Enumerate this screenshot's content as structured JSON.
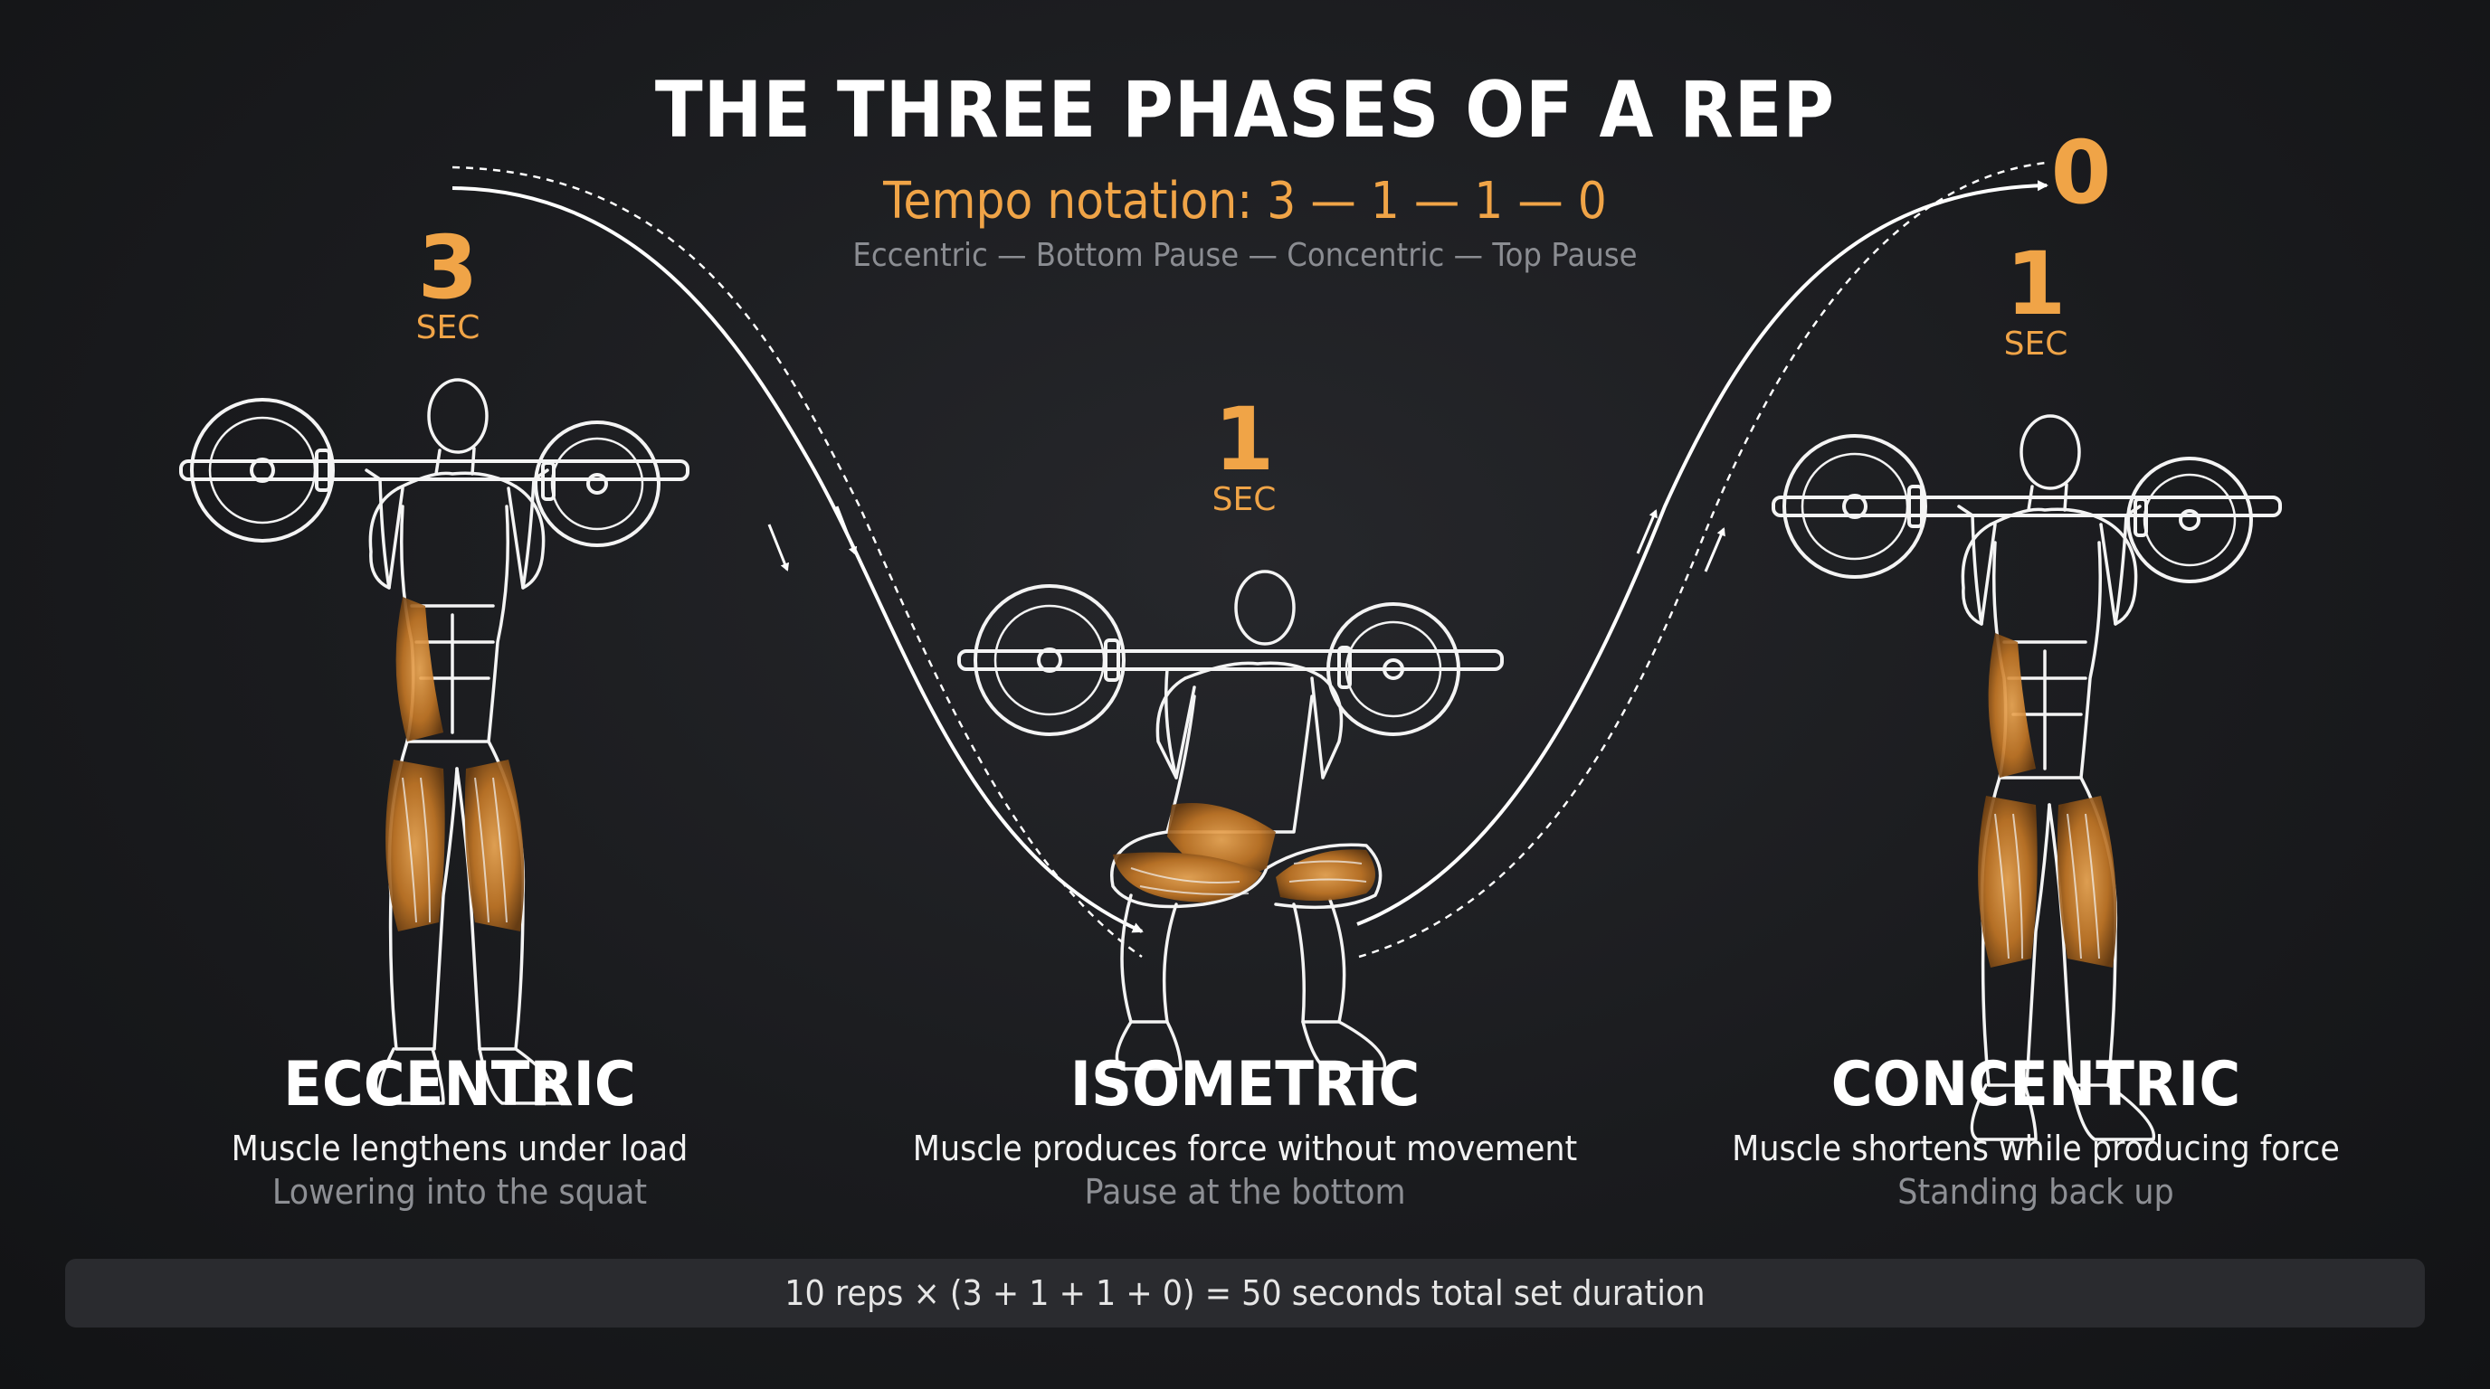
{
  "title": "THE THREE PHASES OF A REP",
  "tempo_notation": "Tempo notation: 3 — 1 — 1 — 0",
  "tempo_legend": "Eccentric — Bottom Pause — Concentric — Top Pause",
  "phases": [
    {
      "name": "ECCENTRIC",
      "seconds": "3",
      "unit": "SEC",
      "description": "Muscle lengthens under load",
      "detail": "Lowering into the squat"
    },
    {
      "name": "ISOMETRIC",
      "seconds": "1",
      "unit": "SEC",
      "description": "Muscle produces force without movement",
      "detail": "Pause at the bottom"
    },
    {
      "name": "CONCENTRIC",
      "seconds": "1",
      "unit": "SEC",
      "description": "Muscle shortens while producing force",
      "detail": "Standing back up"
    }
  ],
  "top_pause": {
    "seconds": "0"
  },
  "summary": "10 reps × (3 + 1 + 1 + 0) = 50 seconds total set duration",
  "colors": {
    "accent": "#f0a447",
    "background": "#1c1d20",
    "line": "#ffffff",
    "muted": "#8d8f94"
  },
  "icons": [
    "barbell-icon",
    "athlete-standing-icon",
    "athlete-squat-icon",
    "arrow-icon"
  ]
}
